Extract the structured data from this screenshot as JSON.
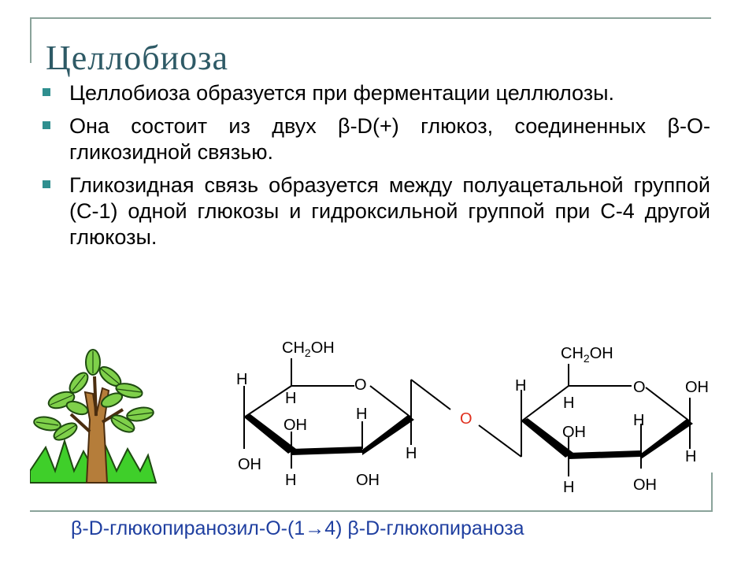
{
  "slide": {
    "title": "Целлобиоза",
    "bullets": [
      "Целлобиоза образуется при ферментации целлюлозы.",
      "Она состоит из двух β-D(+) глюкоз, соединенных β-O-гликозидной связью.",
      "Гликозидная связь образуется между полуацетальной группой (С-1) одной глюкозы и гидроксильной группой при С-4 другой глюкозы."
    ],
    "caption": "β-D-глюкопиранозил-O-(1→4) β-D-глюкопираноза"
  },
  "structure": {
    "left": {
      "ch2": "CH",
      "sub": "2",
      "oh": "OH",
      "ring_o": "O",
      "labels": [
        "H",
        "H",
        "OH",
        "H",
        "H",
        "OH",
        "H",
        "OH"
      ]
    },
    "bridge_o": "O",
    "right": {
      "ch2": "CH",
      "sub": "2",
      "oh": "OH",
      "ring_o": "O",
      "labels": [
        "H",
        "H",
        "OH",
        "OH",
        "H",
        "H",
        "H",
        "OH"
      ]
    }
  },
  "colors": {
    "title": "#2e5a66",
    "bullet": "#2f8f8f",
    "caption": "#1f3fa0",
    "bridge": "#e0301e"
  },
  "icons": {
    "tree": "tree-clipart"
  }
}
